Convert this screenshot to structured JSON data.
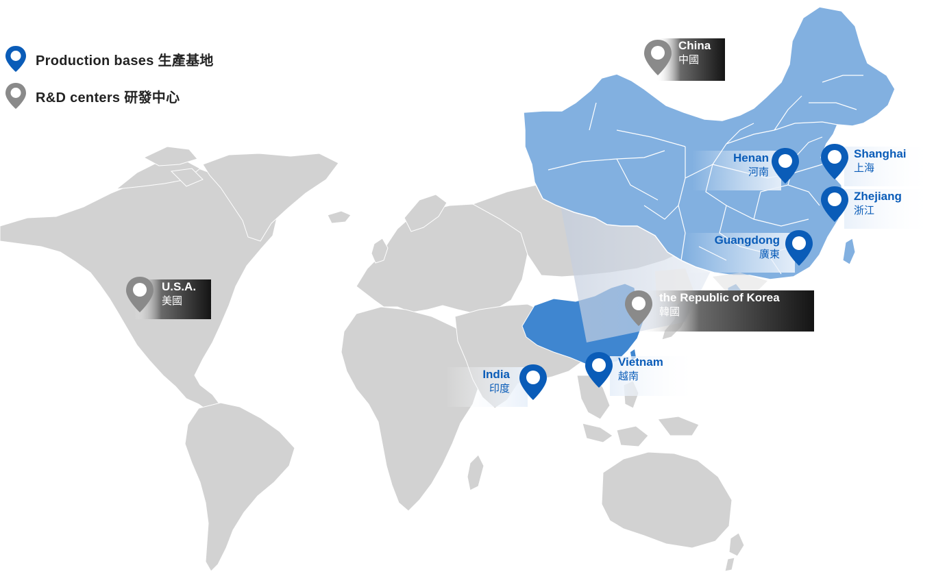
{
  "legend": {
    "production": {
      "label": "Production bases 生產基地",
      "color": "#0a5cb8",
      "icon": "map-pin-blue-icon"
    },
    "rd": {
      "label": "R&D centers 研發中心",
      "color": "#8a8a8a",
      "icon": "map-pin-gray-icon"
    }
  },
  "colors": {
    "land": "#d2d2d2",
    "china_world": "#3f86d0",
    "china_inset": "#82b0e0",
    "province_border": "#ffffff",
    "tag_blue_text": "#0a5cb8",
    "tag_gray_dark": "#2a2a2a"
  },
  "locations": [
    {
      "id": "china",
      "type": "rd",
      "en": "China",
      "zh": "中國",
      "style": "dark"
    },
    {
      "id": "usa",
      "type": "rd",
      "en": "U.S.A.",
      "zh": "美國",
      "style": "dark"
    },
    {
      "id": "korea",
      "type": "rd",
      "en": "the Republic of Korea",
      "zh": "韓國",
      "style": "dark"
    },
    {
      "id": "henan",
      "type": "production",
      "en": "Henan",
      "zh": "河南",
      "style": "light-left"
    },
    {
      "id": "shanghai",
      "type": "production",
      "en": "Shanghai",
      "zh": "上海",
      "style": "light-right"
    },
    {
      "id": "zhejiang",
      "type": "production",
      "en": "Zhejiang",
      "zh": "浙江",
      "style": "light-right"
    },
    {
      "id": "guangdong",
      "type": "production",
      "en": "Guangdong",
      "zh": "廣東",
      "style": "light-left"
    },
    {
      "id": "vietnam",
      "type": "production",
      "en": "Vietnam",
      "zh": "越南",
      "style": "light-right"
    },
    {
      "id": "india",
      "type": "production",
      "en": "India",
      "zh": "印度",
      "style": "light-left"
    }
  ]
}
